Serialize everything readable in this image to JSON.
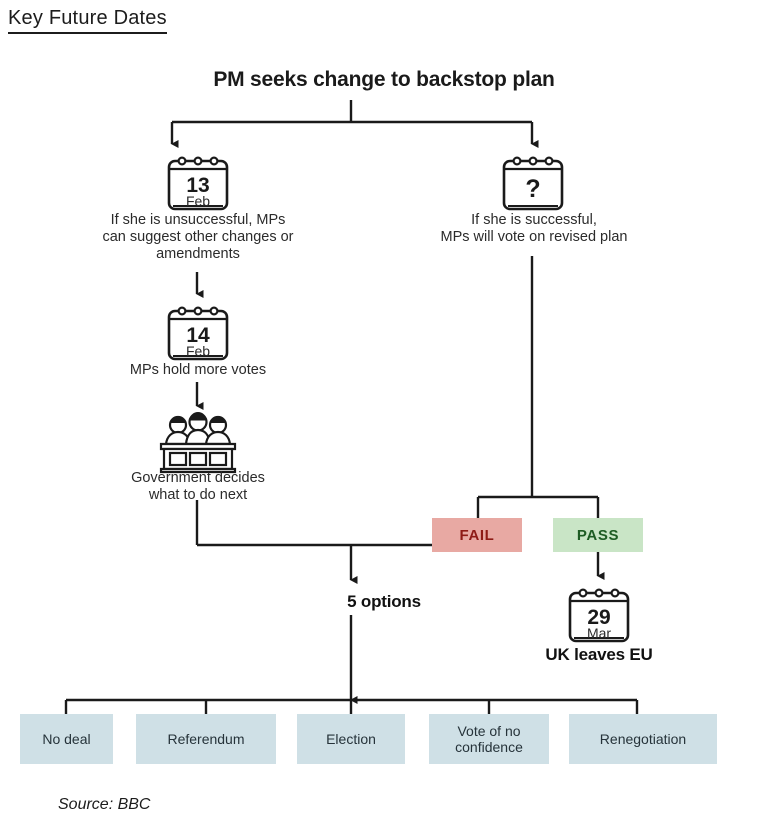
{
  "page": {
    "title": "Key Future Dates",
    "source": "Source: BBC"
  },
  "chart_data": {
    "type": "diagram",
    "title": "PM seeks change to backstop plan",
    "subtype": "decision-flowchart",
    "nodes": [
      {
        "id": "root",
        "kind": "heading",
        "label": "PM seeks change to backstop plan"
      },
      {
        "id": "feb13",
        "kind": "calendar",
        "day": "13",
        "month": "Feb"
      },
      {
        "id": "feb13-text",
        "kind": "caption",
        "label": "If she is unsuccessful, MPs can suggest other changes or amendments"
      },
      {
        "id": "unknown",
        "kind": "calendar",
        "day": "?",
        "month": ""
      },
      {
        "id": "unknown-text",
        "kind": "caption",
        "label": "If she is successful, MPs will vote on revised plan"
      },
      {
        "id": "feb14",
        "kind": "calendar",
        "day": "14",
        "month": "Feb"
      },
      {
        "id": "feb14-text",
        "kind": "caption",
        "label": "MPs hold more votes"
      },
      {
        "id": "gov",
        "kind": "icon",
        "icon": "government-bench-icon"
      },
      {
        "id": "gov-text",
        "kind": "caption",
        "label": "Government decides what to do next"
      },
      {
        "id": "fail",
        "kind": "result",
        "label": "FAIL",
        "color": "#e8a9a3",
        "text_color": "#8e1b16"
      },
      {
        "id": "pass",
        "kind": "result",
        "label": "PASS",
        "color": "#c9e5c6",
        "text_color": "#1d5c23"
      },
      {
        "id": "mar29",
        "kind": "calendar",
        "day": "29",
        "month": "Mar"
      },
      {
        "id": "mar29-text",
        "kind": "caption",
        "label": "UK leaves EU"
      },
      {
        "id": "options",
        "kind": "caption",
        "label": "5 options"
      }
    ],
    "options": [
      "No deal",
      "Referendum",
      "Election",
      "Vote of no\nconfidence",
      "Renegotiation"
    ],
    "colors": {
      "option_box": "#cfe0e6",
      "fail_box": "#e8a9a3",
      "fail_text": "#8e1b16",
      "pass_box": "#c9e5c6",
      "pass_text": "#1d5c23",
      "line": "#1a1a1a",
      "background": "#ffffff"
    }
  },
  "calendars": {
    "feb13": {
      "day": "13",
      "month": "Feb"
    },
    "unknown": {
      "day": "?",
      "month": ""
    },
    "feb14": {
      "day": "14",
      "month": "Feb"
    },
    "mar29": {
      "day": "29",
      "month": "Mar"
    }
  },
  "captions": {
    "left_branch": "If she is unsuccessful, MPs\ncan suggest other changes or\namendments",
    "right_branch": "If she is successful,\nMPs will vote on revised plan",
    "mps_votes": "MPs hold more votes",
    "government": "Government decides\nwhat to do next",
    "uk_leaves": "UK leaves EU",
    "five_options": "5 options"
  },
  "results": {
    "fail": "FAIL",
    "pass": "PASS"
  },
  "options": [
    {
      "label": "No deal"
    },
    {
      "label": "Referendum"
    },
    {
      "label": "Election"
    },
    {
      "label": "Vote of no\nconfidence"
    },
    {
      "label": "Renegotiation"
    }
  ]
}
